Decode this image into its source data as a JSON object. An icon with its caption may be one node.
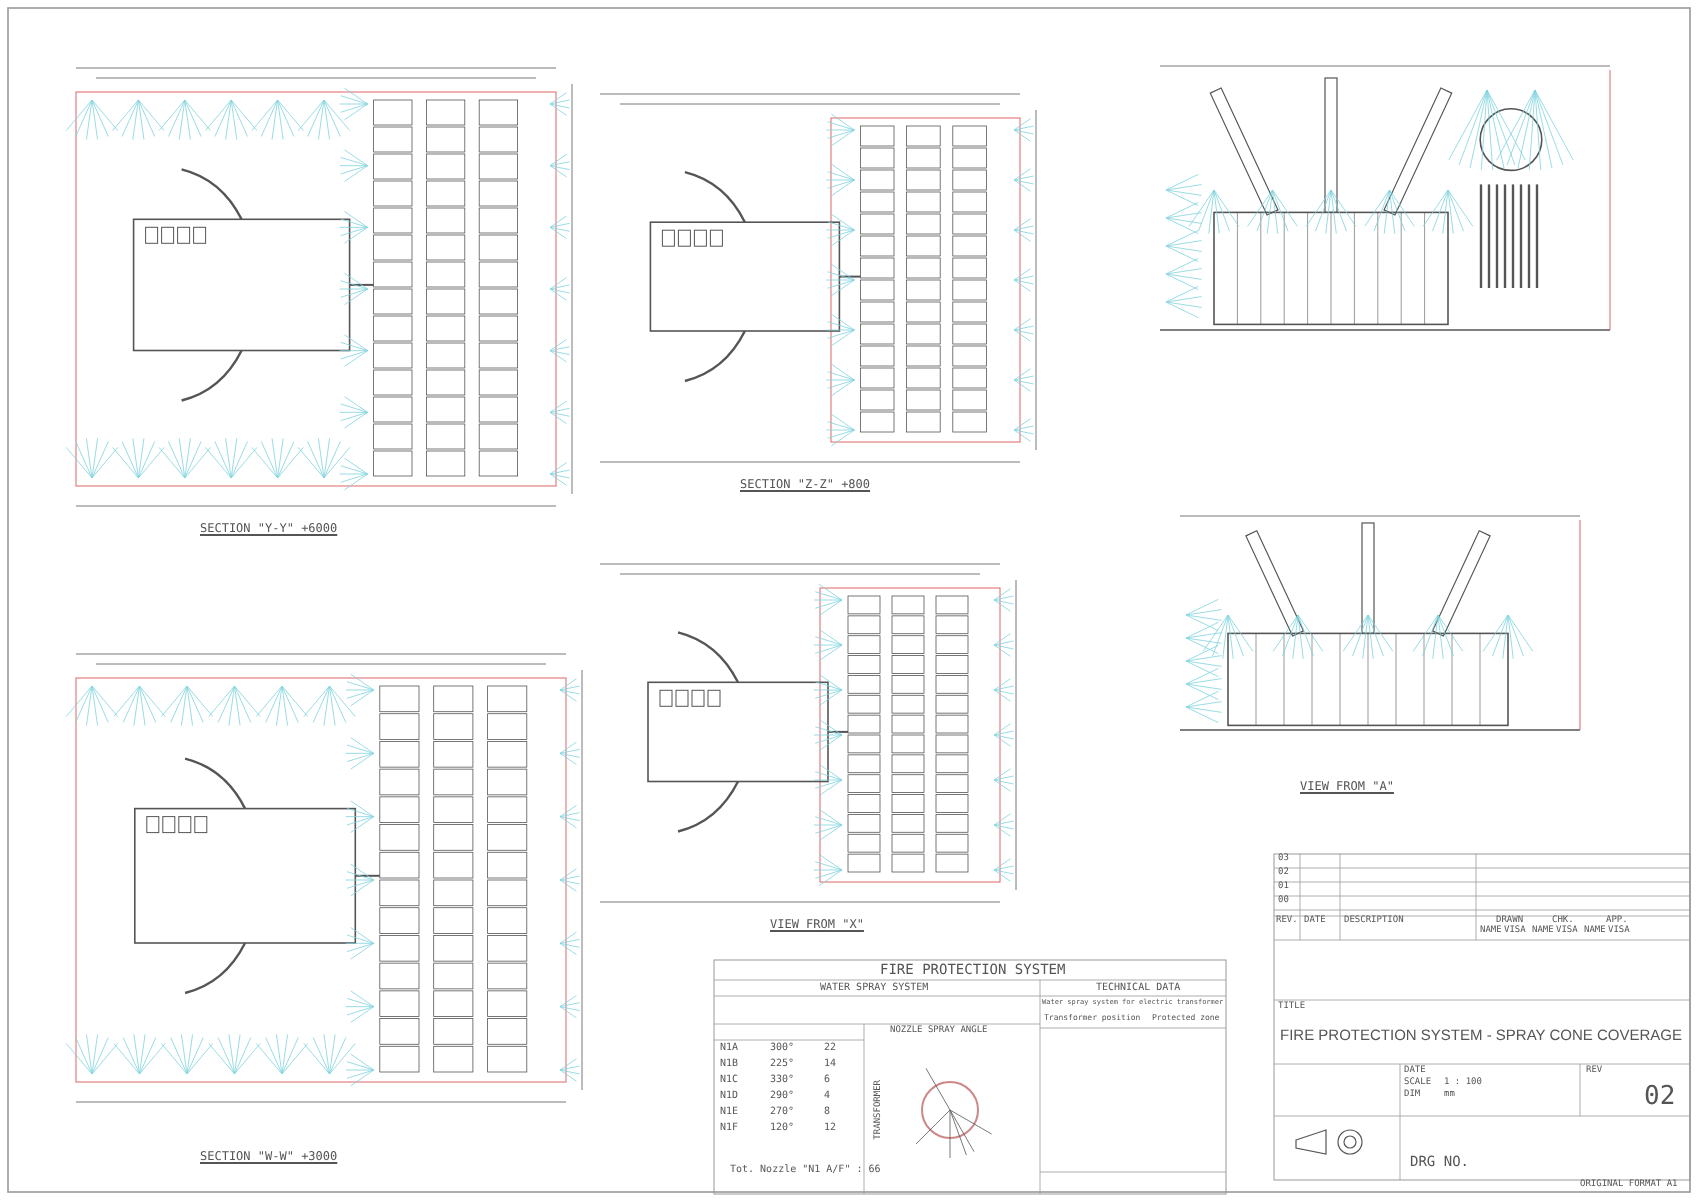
{
  "diagram": {
    "title": "FIRE PROTECTION SYSTEM - SPRAY CONE COVERAGE",
    "labels": [
      "SECTION \"Y-Y\" +6000",
      "SECTION \"Z-Z\" +800",
      "VIEW FROM \"X\"",
      "VIEW FROM \"A\"",
      "SECTION \"W-W\" +3000",
      "FIRE PROTECTION SYSTEM",
      "WATER SPRAY SYSTEM",
      "TECHNICAL DATA",
      "Water spray system for electric transformer",
      "Transformer position",
      "Protected zone",
      "NOZZLE SPRAY ANGLE",
      "N1A",
      "300°",
      "22",
      "N1B",
      "225°",
      "14",
      "N1C",
      "330°",
      "6",
      "N1D",
      "290°",
      "4",
      "N1E",
      "270°",
      "8",
      "N1F",
      "120°",
      "12",
      "Tot. Nozzle \"N1 A/F\" : 66",
      "TRANSFORMER",
      "03",
      "02",
      "01",
      "00",
      "REV.",
      "DATE",
      "DESCRIPTION",
      "DRAWN",
      "CHK.",
      "APP.",
      "NAME",
      "VISA",
      "NAME",
      "VISA",
      "NAME",
      "VISA",
      "TITLE",
      "DATE",
      "SCALE",
      "1 : 100",
      "DIM",
      "mm",
      "REV",
      "02",
      "DRG NO.",
      "ORIGINAL FORMAT A1"
    ]
  }
}
